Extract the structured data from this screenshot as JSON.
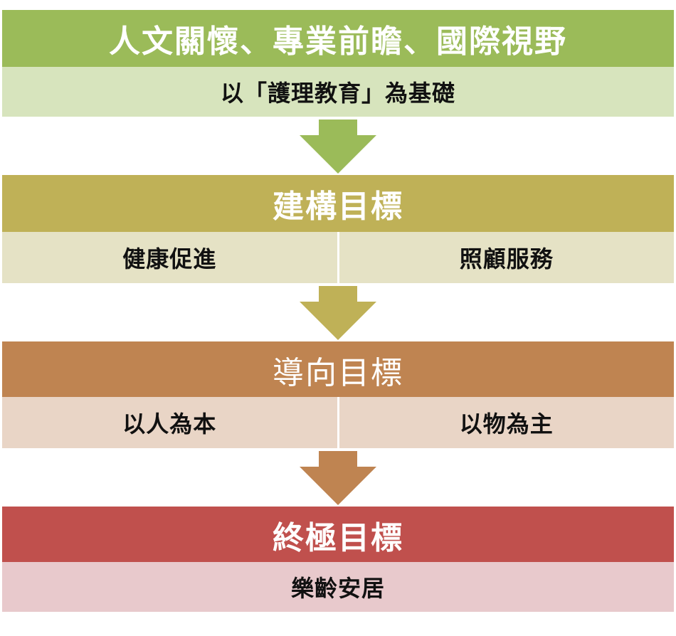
{
  "stage1": {
    "title": "人文關懷、專業前瞻、國際視野",
    "subtitle": "以「護理教育」為基礎",
    "color": "#9bbb59",
    "sub_color": "#d7e4bd"
  },
  "stage2": {
    "title": "建構目標",
    "items": [
      "健康促進",
      "照顧服務"
    ],
    "color": "#bfb157",
    "sub_color": "#e5e2c5"
  },
  "stage3": {
    "title": "導向目標",
    "items": [
      "以人為本",
      "以物為主"
    ],
    "color": "#bf8451",
    "sub_color": "#e9d5c6"
  },
  "stage4": {
    "title": "終極目標",
    "subtitle": "樂齡安居",
    "color": "#c0504d",
    "sub_color": "#e8c9cc"
  }
}
